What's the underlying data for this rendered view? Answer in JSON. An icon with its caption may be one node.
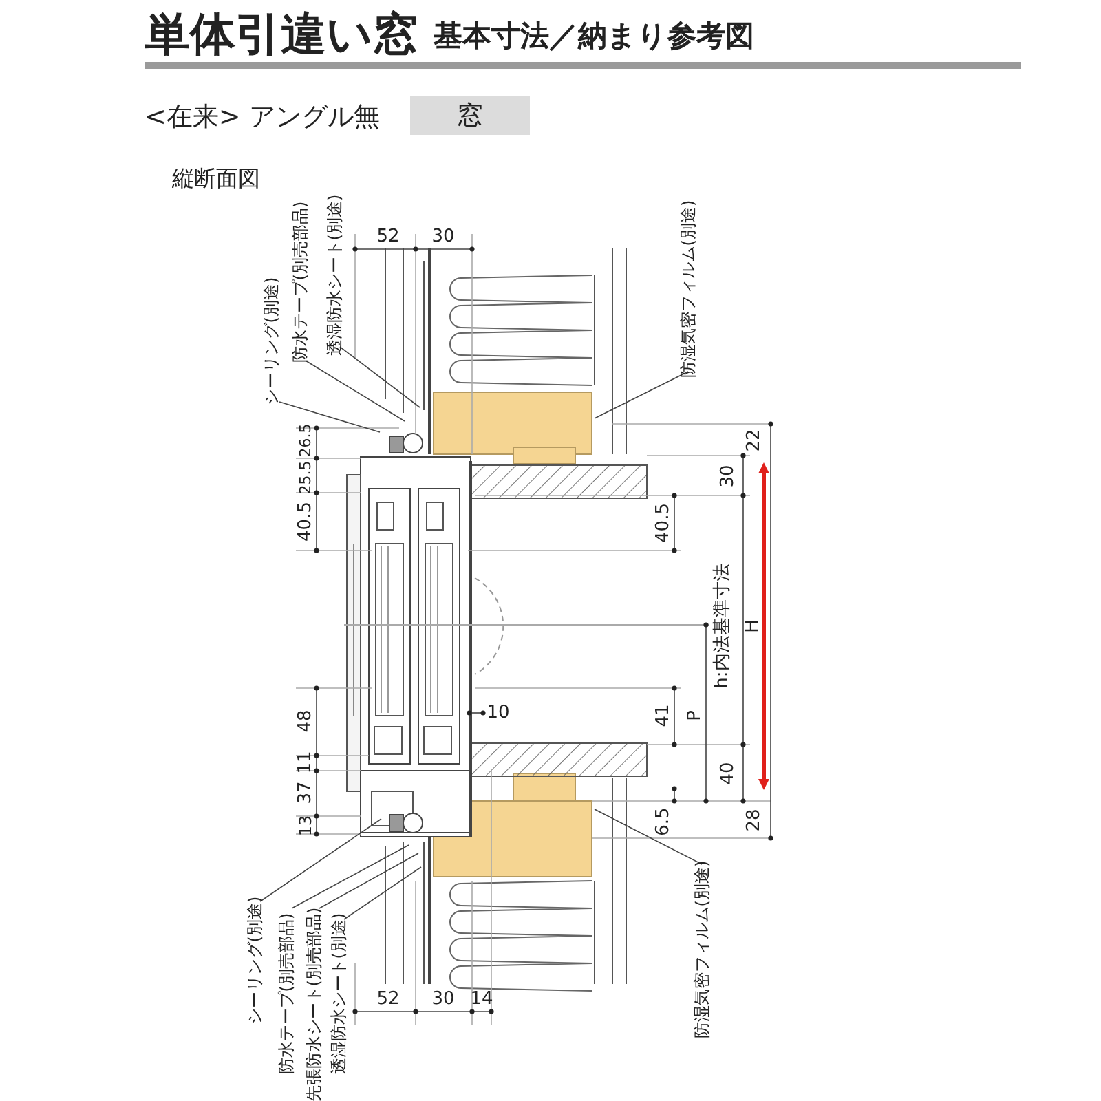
{
  "diagram": {
    "title": "単体引違い窓",
    "nodes": [
      {
        "text": [
          "窓"
        ]
      },
      {
        "text": [
          "シーリング(別途)"
        ]
      },
      {
        "text": [
          "防水テープ(別売部品)"
        ]
      },
      {
        "text": [
          "透湿防水シート(別途)"
        ]
      },
      {
        "text": [
          "防湿気密フィルム(別途)"
        ]
      },
      {
        "text": [
          "シーリング(別途)"
        ]
      },
      {
        "text": [
          "防水テープ(別売部品)"
        ]
      },
      {
        "text": [
          "先張防水シート(別売部品)"
        ]
      },
      {
        "text": [
          "透湿防水シート(別途)"
        ]
      },
      {
        "text": [
          "防湿気密フィルム(別途)"
        ]
      }
    ],
    "edges": [
      {
        "from": 1,
        "to": null,
        "arrow": "none"
      },
      {
        "from": 2,
        "to": null,
        "arrow": "none"
      },
      {
        "from": 3,
        "to": null,
        "arrow": "none"
      },
      {
        "from": 4,
        "to": null,
        "arrow": "none"
      },
      {
        "from": 5,
        "to": null,
        "arrow": "none"
      },
      {
        "from": 6,
        "to": null,
        "arrow": "none"
      },
      {
        "from": 7,
        "to": null,
        "arrow": "none"
      },
      {
        "from": 8,
        "to": null,
        "arrow": "none"
      },
      {
        "from": 9,
        "to": null,
        "arrow": "none"
      }
    ],
    "labels": [
      "基本寸法／納まり参考図",
      "<在来> アングル無",
      "縦断面図",
      "52",
      "30",
      "22",
      "26.5",
      "25.5",
      "30",
      "40.5",
      "40.5",
      "h:内法基準寸法",
      "H",
      "10",
      "48",
      "41",
      "P",
      "11",
      "40",
      "37",
      "13",
      "6.5",
      "28",
      "52",
      "30",
      "14"
    ]
  }
}
